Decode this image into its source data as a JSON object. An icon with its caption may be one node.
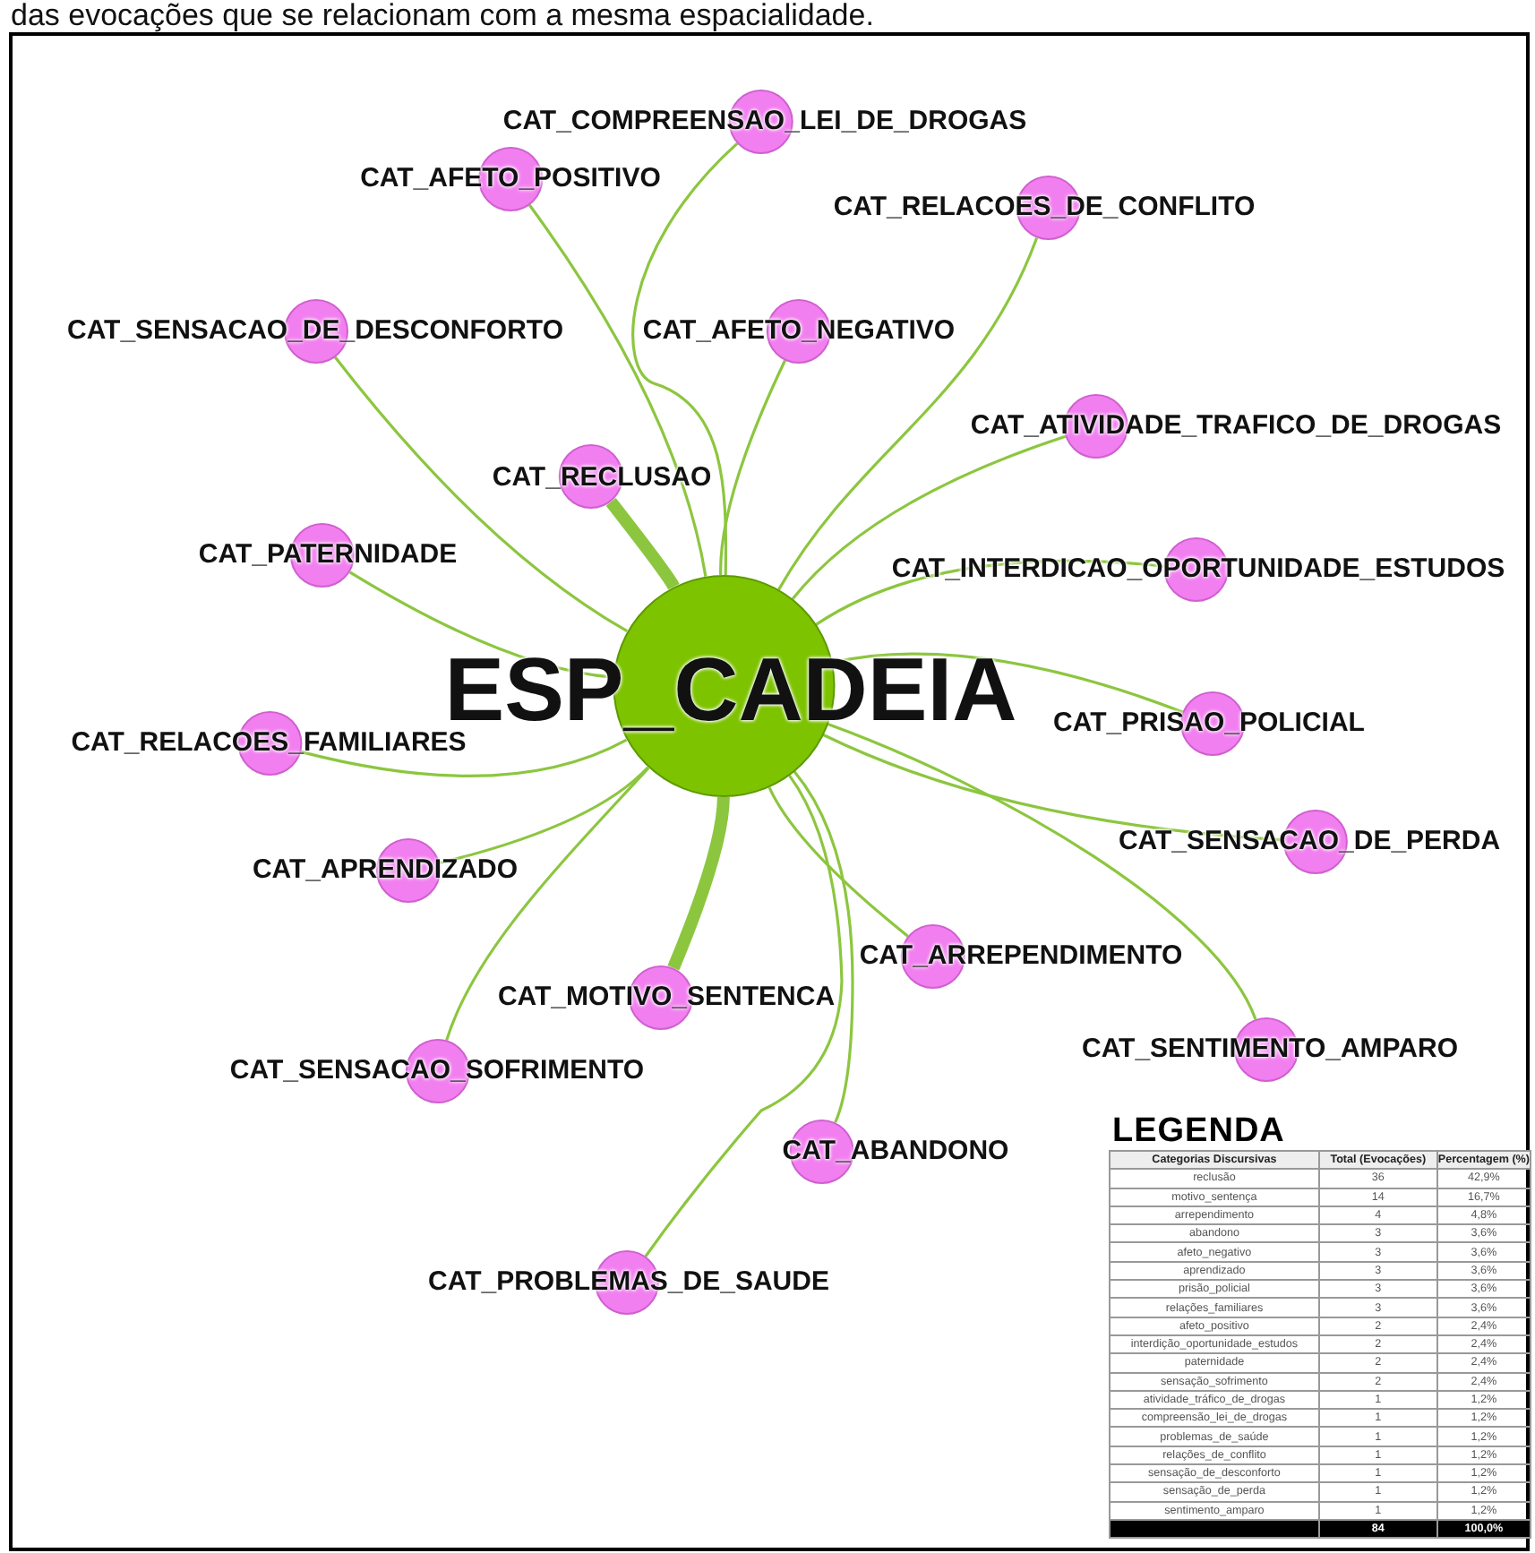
{
  "diagram": {
    "nodes": [
      {
        "text": [
          "ESP_CADEIA"
        ]
      },
      {
        "text": [
          "CAT_COMPREENSAO_LEI_DE_DROGAS"
        ]
      },
      {
        "text": [
          "CAT_AFETO_POSITIVO"
        ]
      },
      {
        "text": [
          "CAT_RELACOES_DE_CONFLITO"
        ]
      },
      {
        "text": [
          "CAT_SENSACAO_DE_DESCONFORTO"
        ]
      },
      {
        "text": [
          "CAT_AFETO_NEGATIVO"
        ]
      },
      {
        "text": [
          "CAT_ATIVIDADE_TRAFICO_DE_DROGAS"
        ]
      },
      {
        "text": [
          "CAT_RECLUSAO"
        ]
      },
      {
        "text": [
          "CAT_PATERNIDADE"
        ]
      },
      {
        "text": [
          "CAT_INTERDICAO_OPORTUNIDADE_ESTUDOS"
        ]
      },
      {
        "text": [
          "CAT_PRISAO_POLICIAL"
        ]
      },
      {
        "text": [
          "CAT_RELACOES_FAMILIARES"
        ]
      },
      {
        "text": [
          "CAT_SENSACAO_DE_PERDA"
        ]
      },
      {
        "text": [
          "CAT_APRENDIZADO"
        ]
      },
      {
        "text": [
          "CAT_ARREPENDIMENTO"
        ]
      },
      {
        "text": [
          "CAT_MOTIVO_SENTENCA"
        ]
      },
      {
        "text": [
          "CAT_SENTIMENTO_AMPARO"
        ]
      },
      {
        "text": [
          "CAT_SENSACAO_SOFRIMENTO"
        ]
      },
      {
        "text": [
          "CAT_ABANDONO"
        ]
      },
      {
        "text": [
          "CAT_PROBLEMAS_DE_SAUDE"
        ]
      }
    ],
    "edges": [
      {
        "from": 0,
        "to": 1,
        "arrow": "none"
      },
      {
        "from": 0,
        "to": 2,
        "arrow": "none"
      },
      {
        "from": 0,
        "to": 3,
        "arrow": "none"
      },
      {
        "from": 0,
        "to": 4,
        "arrow": "none"
      },
      {
        "from": 0,
        "to": 5,
        "arrow": "none"
      },
      {
        "from": 0,
        "to": 6,
        "arrow": "none"
      },
      {
        "from": 0,
        "to": 7,
        "arrow": "none",
        "style": "thick"
      },
      {
        "from": 0,
        "to": 8,
        "arrow": "none"
      },
      {
        "from": 0,
        "to": 9,
        "arrow": "none"
      },
      {
        "from": 0,
        "to": 10,
        "arrow": "none"
      },
      {
        "from": 0,
        "to": 11,
        "arrow": "none"
      },
      {
        "from": 0,
        "to": 12,
        "arrow": "none"
      },
      {
        "from": 0,
        "to": 13,
        "arrow": "none"
      },
      {
        "from": 0,
        "to": 14,
        "arrow": "none"
      },
      {
        "from": 0,
        "to": 15,
        "arrow": "none",
        "style": "thick"
      },
      {
        "from": 0,
        "to": 16,
        "arrow": "none"
      },
      {
        "from": 0,
        "to": 17,
        "arrow": "none"
      },
      {
        "from": 0,
        "to": 18,
        "arrow": "none"
      },
      {
        "from": 0,
        "to": 19,
        "arrow": "none"
      }
    ],
    "labels": [
      "das evocações que se relacionam com a mesma espacialidade.",
      "LEGENDA",
      "Categorias Discursivas",
      "Total (Evocações)",
      "Percentagem (%)",
      "reclusão",
      "36",
      "42,9%",
      "motivo_sentença",
      "14",
      "16,7%",
      "arrependimento",
      "4",
      "4,8%",
      "abandono",
      "3",
      "3,6%",
      "afeto_negativo",
      "3",
      "3,6%",
      "aprendizado",
      "3",
      "3,6%",
      "prisão_policial",
      "3",
      "3,6%",
      "relações_familiares",
      "3",
      "3,6%",
      "afeto_positivo",
      "2",
      "2,4%",
      "interdição_oportunidade_estudos",
      "2",
      "2,4%",
      "paternidade",
      "2",
      "2,4%",
      "sensação_sofrimento",
      "2",
      "2,4%",
      "atividade_tráfico_de_drogas",
      "1",
      "1,2%",
      "compreensão_lei_de_drogas",
      "1",
      "1,2%",
      "problemas_de_saúde",
      "1",
      "1,2%",
      "relações_de_conflito",
      "1",
      "1,2%",
      "sensação_de_desconforto",
      "1",
      "1,2%",
      "sensação_de_perda",
      "1",
      "1,2%",
      "sentimento_amparo",
      "1",
      "1,2%",
      "84",
      "100,0%"
    ]
  }
}
